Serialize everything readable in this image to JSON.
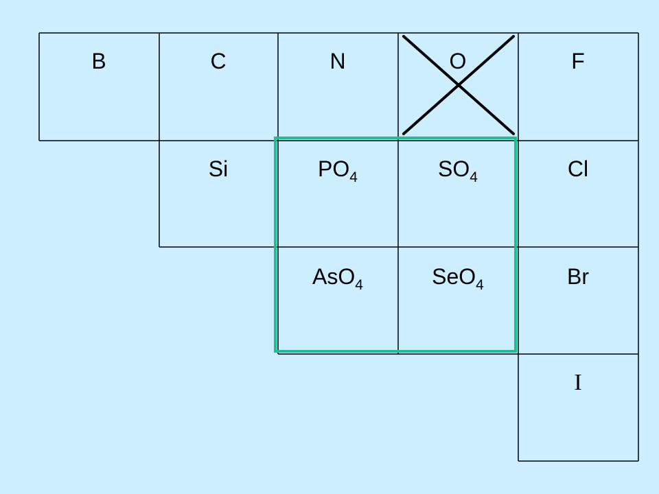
{
  "colors": {
    "background": "#cceeff",
    "grid_line": "#000000",
    "highlight_box": "#1bbf95",
    "cross_mark": "#000000"
  },
  "cells": {
    "B": "B",
    "C": "C",
    "N": "N",
    "O": "O",
    "F": "F",
    "Si": "Si",
    "PO4_base": "PO",
    "PO4_sub": "4",
    "SO4_base": "SO",
    "SO4_sub": "4",
    "Cl": "Cl",
    "AsO4_base": "AsO",
    "AsO4_sub": "4",
    "SeO4_base": "SeO",
    "SeO4_sub": "4",
    "Br": "Br",
    "I": "I"
  },
  "marks": {
    "crossed_cell": "O",
    "highlighted_cells": [
      "PO4",
      "SO4",
      "AsO4",
      "SeO4"
    ]
  }
}
